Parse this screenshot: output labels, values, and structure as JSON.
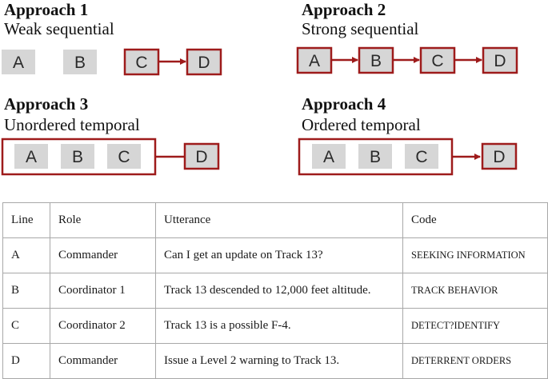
{
  "approaches": [
    {
      "title": "Approach 1",
      "subtitle": "Weak sequential",
      "boxes": [
        "A",
        "B",
        "C",
        "D"
      ]
    },
    {
      "title": "Approach 2",
      "subtitle": "Strong sequential",
      "boxes": [
        "A",
        "B",
        "C",
        "D"
      ]
    },
    {
      "title": "Approach 3",
      "subtitle": "Unordered temporal",
      "boxes": [
        "A",
        "B",
        "C",
        "D"
      ]
    },
    {
      "title": "Approach 4",
      "subtitle": "Ordered temporal",
      "boxes": [
        "A",
        "B",
        "C",
        "D"
      ]
    }
  ],
  "colors": {
    "accent": "#9e1b1b",
    "box_fill": "#d6d6d6",
    "grid": "#a8a8a8"
  },
  "table": {
    "headers": [
      "Line",
      "Role",
      "Utterance",
      "Code"
    ],
    "rows": [
      [
        "A",
        "Commander",
        "Can I get an update on Track 13?",
        "SEEKING INFORMATION"
      ],
      [
        "B",
        "Coordinator 1",
        "Track 13 descended to 12,000 feet altitude.",
        "TRACK BEHAVIOR"
      ],
      [
        "C",
        "Coordinator 2",
        "Track 13 is a possible F-4.",
        "DETECT?IDENTIFY"
      ],
      [
        "D",
        "Commander",
        "Issue a Level 2 warning to Track 13.",
        "DETERRENT ORDERS"
      ]
    ]
  }
}
